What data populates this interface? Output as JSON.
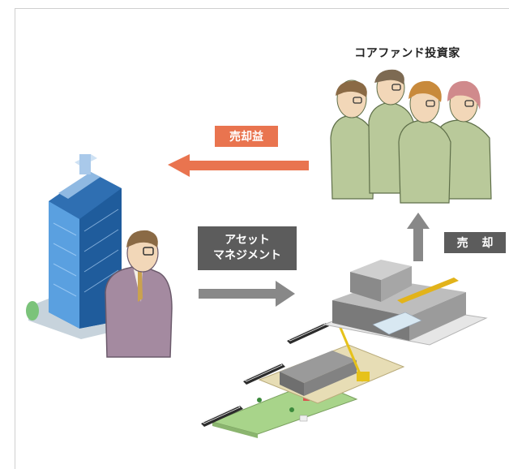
{
  "diagram": {
    "investors_title": "コアファンド投資家",
    "profit_label": "売却益",
    "asset_management_line1": "アセット",
    "asset_management_line2": "マネジメント",
    "sale_label": "売 却"
  },
  "colors": {
    "profit_arrow": "#e9744f",
    "flow_arrow": "#888888",
    "label_dark": "#5c5c5c",
    "suit_green": "#b9c99a",
    "suit_purple": "#a48aa0",
    "building_blue": "#3b82c8"
  }
}
